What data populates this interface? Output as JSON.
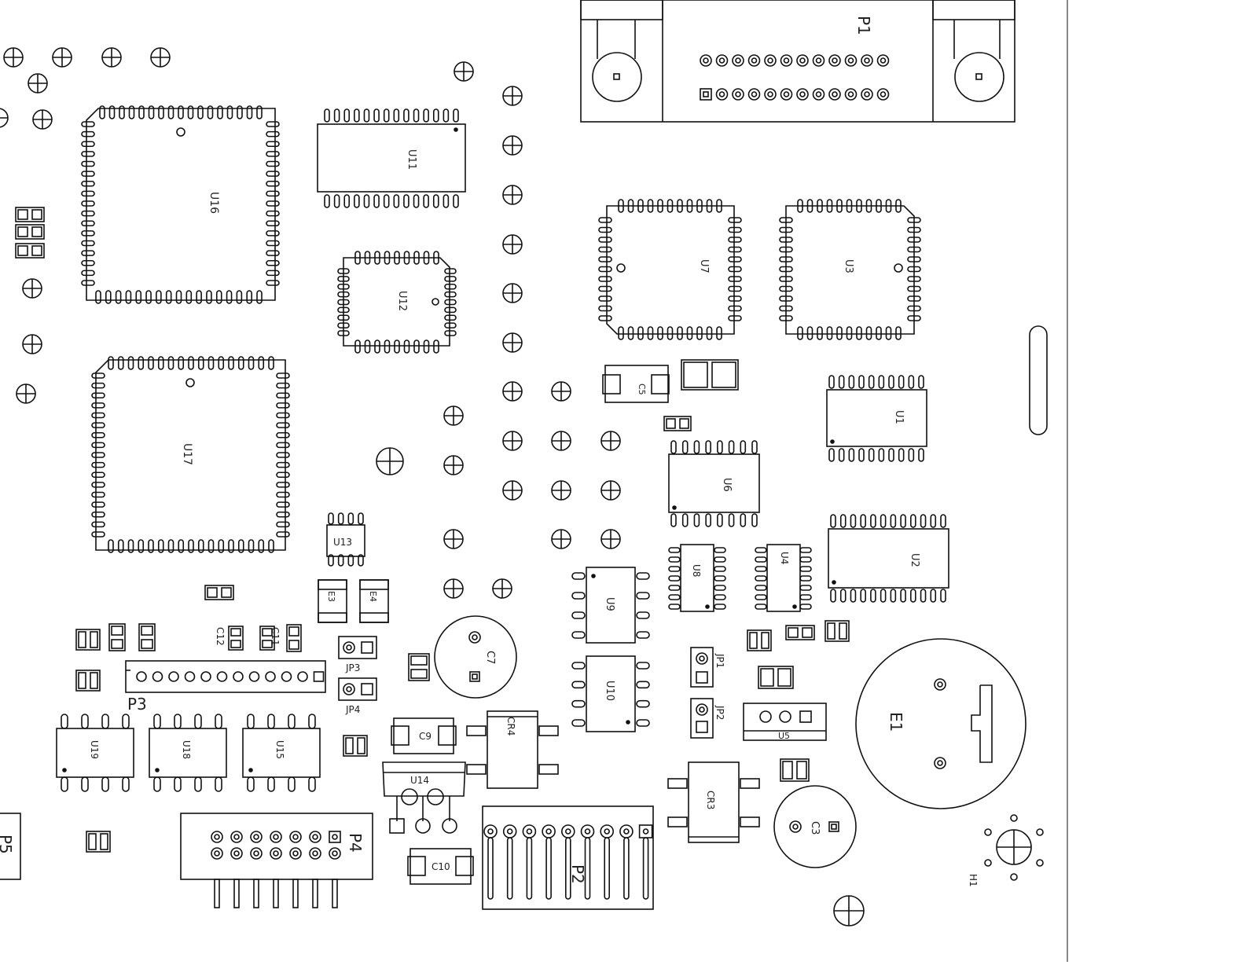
{
  "drawing": {
    "designators": {
      "p1": "P1",
      "p2": "P2",
      "p3": "P3",
      "p4": "P4",
      "p5": "P5",
      "u1": "U1",
      "u2": "U2",
      "u3": "U3",
      "u4": "U4",
      "u5": "U5",
      "u6": "U6",
      "u7": "U7",
      "u8": "U8",
      "u9": "U9",
      "u10": "U10",
      "u11": "U11",
      "u12": "U12",
      "u13": "U13",
      "u14": "U14",
      "u15": "U15",
      "u16": "U16",
      "u17": "U17",
      "u18": "U18",
      "u19": "U19",
      "c3": "C3",
      "c5": "C5",
      "c7": "C7",
      "c9": "C9",
      "c10": "C10",
      "c11": "C11",
      "c12": "C12",
      "cr3": "CR3",
      "cr4": "CR4",
      "e1": "E1",
      "e3": "E3",
      "e4": "E4",
      "jp1": "JP1",
      "jp2": "JP2",
      "jp3": "JP3",
      "jp4": "JP4",
      "h1": "H1"
    }
  }
}
